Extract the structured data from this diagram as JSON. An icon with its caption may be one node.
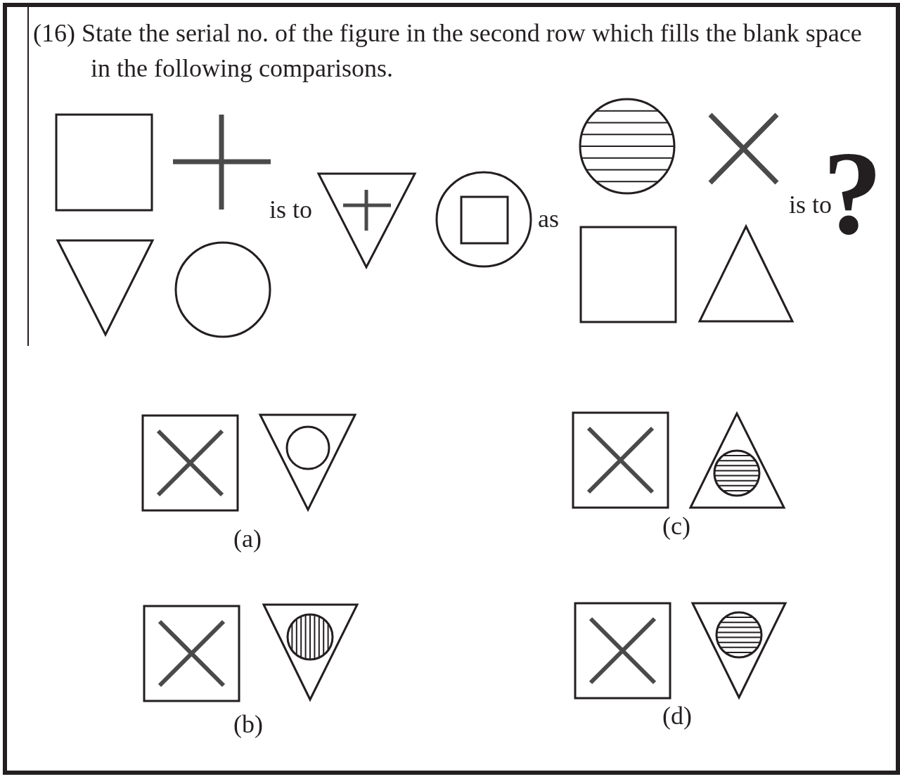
{
  "diagram": {
    "title": "(16) State the serial no. of the figure in the second row which fills the blank space in the following comparisons.",
    "labels": [
      "is to",
      "as",
      "is to",
      "?",
      "(a)",
      "(c)",
      "(b)",
      "(d)"
    ]
  }
}
